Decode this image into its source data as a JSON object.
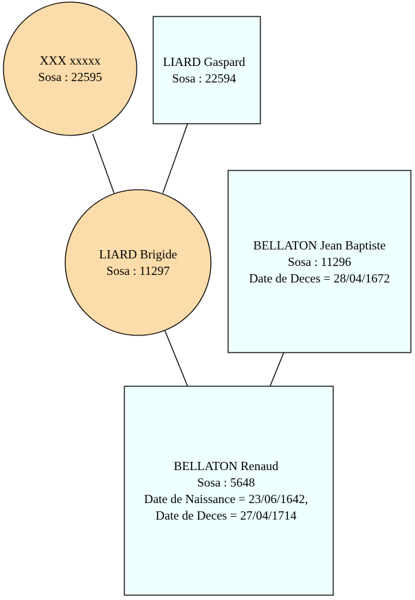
{
  "colors": {
    "female_fill": "#fcdcaa",
    "male_fill": "#eeffff",
    "stroke": "#000000",
    "edge": "#000000"
  },
  "nodes": {
    "xxx": {
      "shape": "circle",
      "name": "XXX xxxxx",
      "sosa": "Sosa : 22595"
    },
    "gaspard": {
      "shape": "box",
      "name": "LIARD Gaspard",
      "sosa": "Sosa : 22594"
    },
    "brigide": {
      "shape": "circle",
      "name": "LIARD Brigide",
      "sosa": "Sosa : 11297"
    },
    "jean_baptiste": {
      "shape": "box",
      "name": "BELLATON Jean Baptiste",
      "sosa": "Sosa : 11296",
      "death": "Date de Deces = 28/04/1672"
    },
    "renaud": {
      "shape": "box",
      "name": "BELLATON Renaud",
      "sosa": "Sosa : 5648",
      "birth": "Date de Naissance = 23/06/1642,",
      "death": "Date de Deces = 27/04/1714"
    }
  },
  "edges": [
    {
      "from": "xxx",
      "to": "brigide"
    },
    {
      "from": "gaspard",
      "to": "brigide"
    },
    {
      "from": "brigide",
      "to": "renaud"
    },
    {
      "from": "jean_baptiste",
      "to": "renaud"
    }
  ]
}
